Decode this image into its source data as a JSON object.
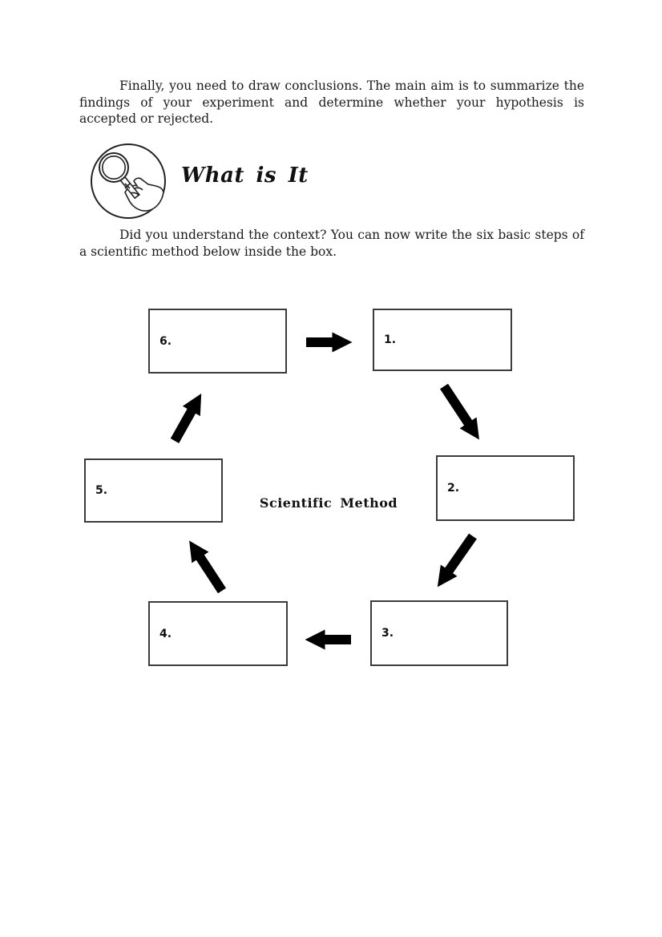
{
  "document": {
    "paragraph_conclusions": "Finally, you need to draw conclusions. The main aim is to summarize the findings of your experiment and determine whether your hypothesis is accepted or rejected.",
    "section": {
      "icon": "magnifier-in-circle-icon",
      "heading": "What is It"
    },
    "paragraph_instruction": "Did you understand the context? You can now write the six basic steps of a scientific method below inside the box.",
    "diagram": {
      "center_label": "Scientific Method",
      "boxes": [
        {
          "number": "1.",
          "value": ""
        },
        {
          "number": "2.",
          "value": ""
        },
        {
          "number": "3.",
          "value": ""
        },
        {
          "number": "4.",
          "value": ""
        },
        {
          "number": "5.",
          "value": ""
        },
        {
          "number": "6.",
          "value": ""
        }
      ],
      "arrows": [
        {
          "from": "6",
          "to": "1"
        },
        {
          "from": "1",
          "to": "2"
        },
        {
          "from": "2",
          "to": "3"
        },
        {
          "from": "3",
          "to": "4"
        },
        {
          "from": "4",
          "to": "5"
        },
        {
          "from": "5",
          "to": "6"
        }
      ]
    }
  },
  "colors": {
    "background": "#ffffff",
    "text": "#1b1b1b",
    "box_border": "#3c3c3c",
    "arrow": "#000000"
  }
}
